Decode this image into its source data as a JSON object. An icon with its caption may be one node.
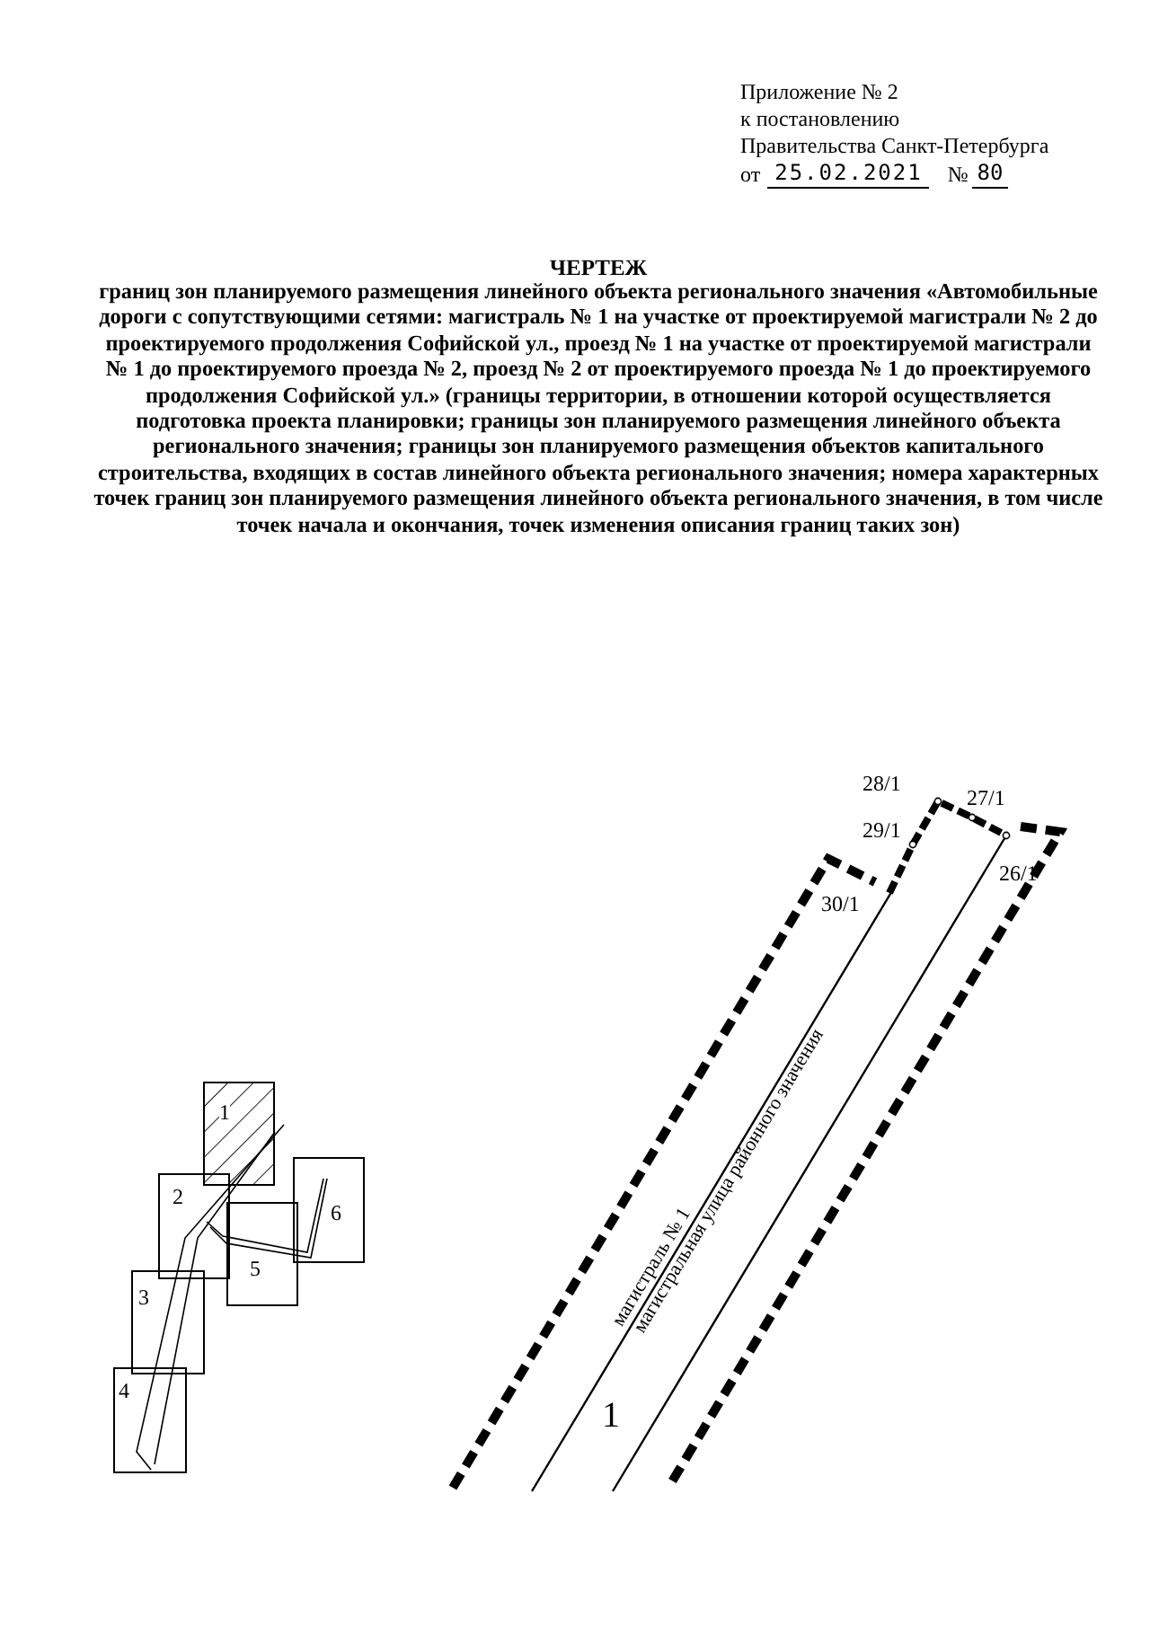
{
  "diagram": {
    "title": "ЧЕРТЕЖ",
    "nodes": [
      {
        "text": [
          "1"
        ]
      },
      {
        "text": [
          "2"
        ]
      },
      {
        "text": [
          "3"
        ]
      },
      {
        "text": [
          "4"
        ]
      },
      {
        "text": [
          "5"
        ]
      },
      {
        "text": [
          "6"
        ]
      }
    ],
    "labels": [
      "Приложение № 2",
      "к постановлению",
      "Правительства Санкт-Петербурга",
      "от",
      "25.02.2021",
      "№",
      "80",
      "границ зон планируемого размещения линейного объекта регионального значения «Автомобильные дороги с сопутствующими сетями: магистраль № 1 на участке от проектируемой магистрали № 2 до проектируемого продолжения Софийской ул., проезд № 1 на участке от проектируемой магистрали № 1 до проектируемого проезда № 2, проезд № 2 от проектируемого проезда № 1 до проектируемого продолжения Софийской ул.» (границы территории, в отношении которой осуществляется подготовка проекта планировки; границы зон планируемого размещения линейного объекта регионального значения; границы зон планируемого размещения объектов капитального строительства, входящих в состав линейного объекта регионального значения; номера характерных точек границ зон планируемого размещения линейного объекта регионального значения, в том числе точек начала и окончания, точек изменения описания границ таких зон)",
      "28/1",
      "27/1",
      "29/1",
      "26/1",
      "30/1",
      "магистраль № 1",
      "магистральная улица районного значения",
      "1"
    ]
  }
}
